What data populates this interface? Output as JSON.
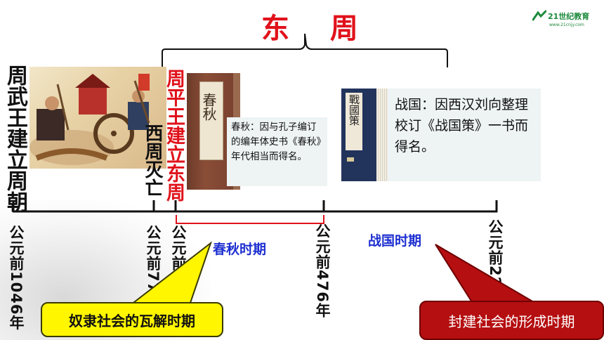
{
  "title": "东 周",
  "logo": {
    "text": "21世纪教育",
    "sub": "www.21cnjy.com"
  },
  "events": {
    "wuwang": "周武王建立周朝",
    "xizhou": "西周灭亡",
    "pingwang": "周平王建立东周"
  },
  "dates": {
    "d1046": "公元前1046年",
    "d771": "公元前77",
    "d770": "公元前",
    "d476": "公元前476年",
    "d221": "公元前221"
  },
  "notes": {
    "chunqiu": "春秋：因与孔子编订的编年体史书《春秋》年代相当而得名。",
    "zhanguo": "战国：因西汉刘向整理校订《战国策》一书而得名。"
  },
  "books": {
    "chunqiu_cover": "春秋",
    "zhanguo_cover": "戰國策"
  },
  "periods": {
    "chunqiu": "春秋时期",
    "zhanguo": "战国时期"
  },
  "callouts": {
    "yellow": "奴隶社会的瓦解时期",
    "red": "封建社会的形成时期"
  },
  "colors": {
    "title_red": "#e0121b",
    "period_blue": "#1d2fd0",
    "callout_yellow": "#fff600",
    "callout_red": "#b50f11",
    "bracket_red": "#e0121b"
  }
}
